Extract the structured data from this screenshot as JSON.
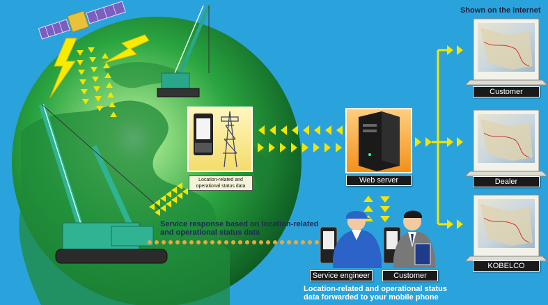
{
  "labels": {
    "shown_on_internet": "Shown on the Internet",
    "customer_top": "Customer",
    "dealer": "Dealer",
    "kobelco": "KOBELCO",
    "web_server": "Web server",
    "location_data_line1": "Location-related and",
    "location_data_line2": "operational status data",
    "service_response_line1": "Service response based on location-related",
    "service_response_line2": "and operational status data",
    "service_engineer": "Service engineer",
    "customer_bottom": "Customer",
    "mobile_line1": "Location-related and operational status",
    "mobile_line2": "data forwarded to your mobile phone"
  },
  "colors": {
    "background": "#2aa3dc",
    "arrow_yellow": "#f2e600",
    "globe_green": "#27a33c",
    "label_bg": "#1a1a1a",
    "dot_orange": "#f0a63c"
  }
}
